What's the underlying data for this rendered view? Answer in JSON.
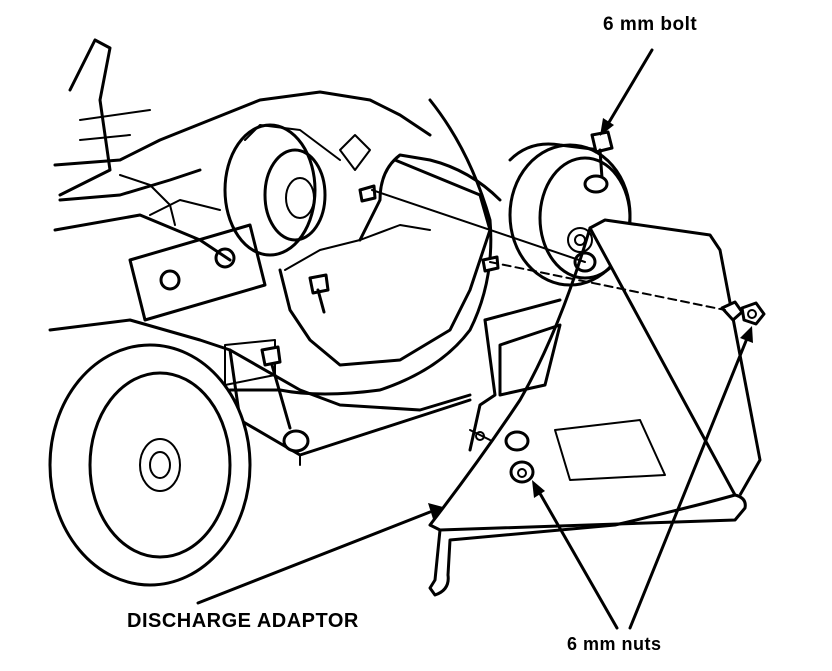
{
  "labels": {
    "bolt": "6 mm bolt",
    "adaptor": "DISCHARGE ADAPTOR",
    "nuts": "6 mm nuts"
  },
  "colors": {
    "ink": "#000000",
    "background": "#ffffff"
  }
}
